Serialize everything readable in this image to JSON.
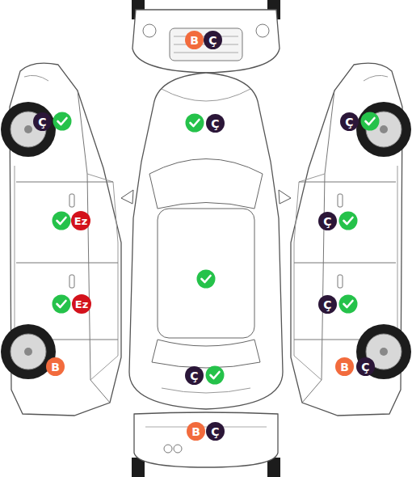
{
  "diagram": {
    "nodes": [
      {
        "text": [
          "B"
        ]
      },
      {
        "text": [
          "Ç"
        ]
      },
      {
        "text": [
          "Ç"
        ]
      },
      {
        "text": [
          "Ç"
        ]
      },
      {
        "text": [
          "Ç"
        ]
      },
      {
        "text": [
          "Ez"
        ]
      },
      {
        "text": [
          "Ç"
        ]
      },
      {
        "text": [
          "Ez"
        ]
      },
      {
        "text": [
          "Ç"
        ]
      },
      {
        "text": [
          "B"
        ]
      },
      {
        "text": [
          "B"
        ]
      },
      {
        "text": [
          "Ç"
        ]
      },
      {
        "text": [
          "Ç"
        ]
      },
      {
        "text": [
          "B"
        ]
      },
      {
        "text": [
          "Ç"
        ]
      }
    ]
  }
}
